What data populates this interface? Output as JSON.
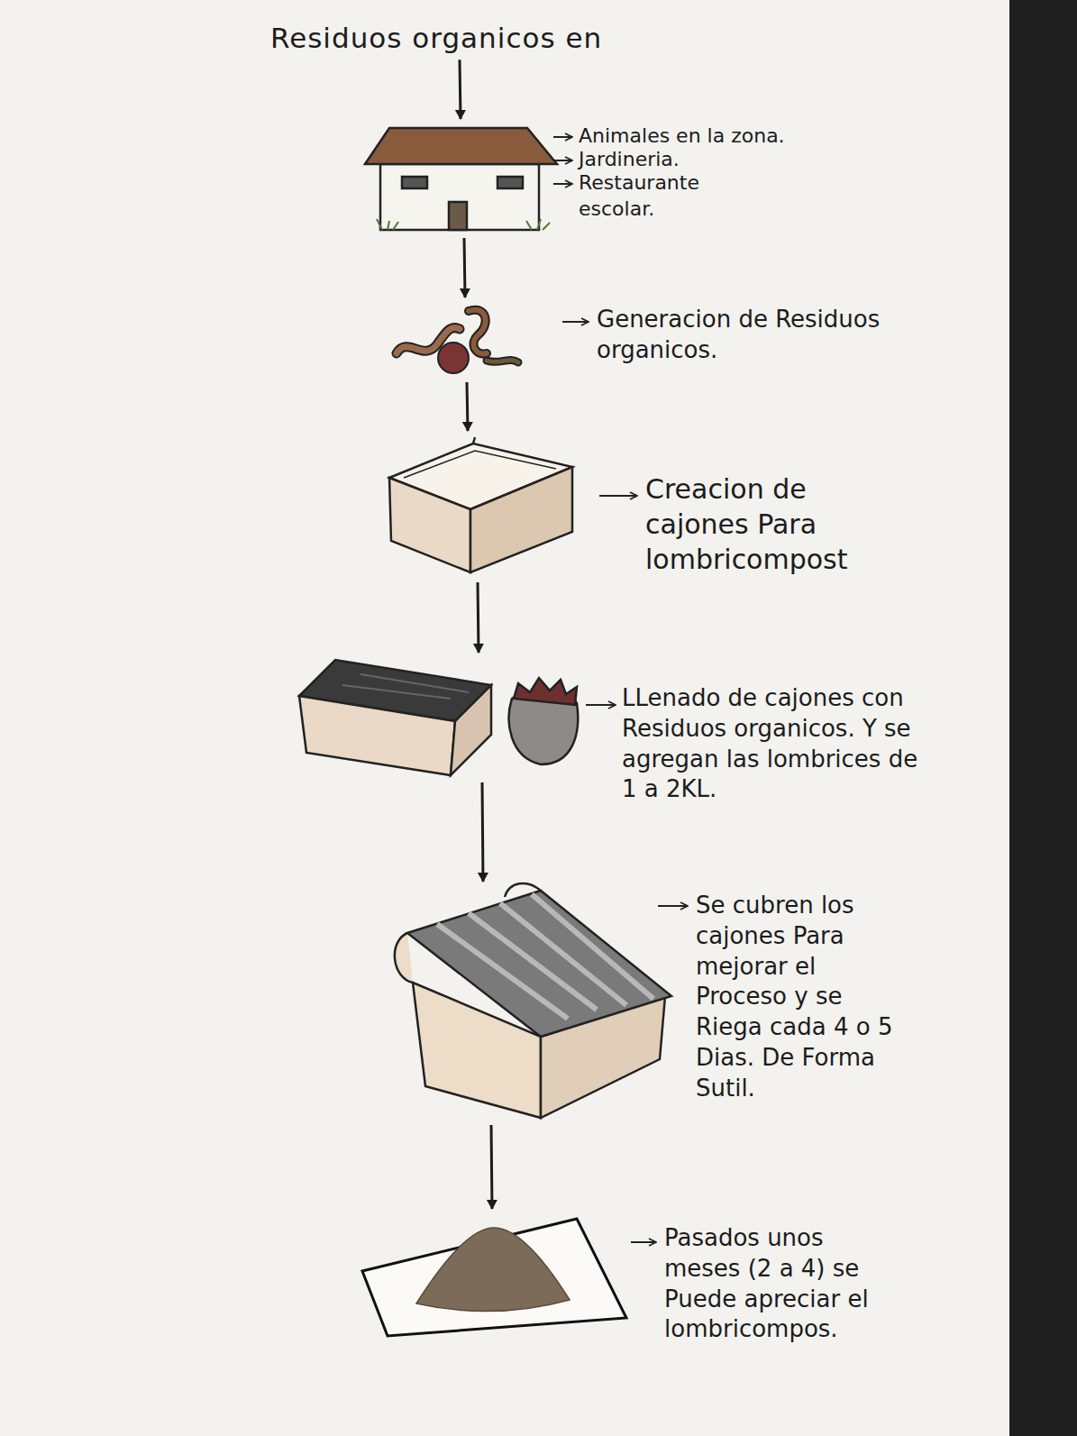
{
  "diagram": {
    "nodes": [
      {
        "text": [
          "Residuos organicos en"
        ]
      },
      {
        "text": [
          "Animales en la zona.",
          "Jardineria.",
          "Restaurante escolar."
        ]
      },
      {
        "text": [
          "Generacion de Residuos organicos."
        ]
      },
      {
        "text": [
          "Creacion de cajones Para lombricompost"
        ]
      },
      {
        "text": [
          "LLenado de cajones con Residuos organicos. Y se agregan las lombrices de 1 a 2KL."
        ]
      },
      {
        "text": [
          "Se cubren los cajones Para mejorar el Proceso y se Riega cada 4 o 5 Dias. De Forma Sutil."
        ]
      },
      {
        "text": [
          "Pasados unos meses (2 a 4) se Puede apreciar el lombricompos."
        ]
      }
    ],
    "edges": [
      {
        "from": 0,
        "to": 1,
        "arrow": "to"
      },
      {
        "from": 1,
        "to": 2,
        "arrow": "to"
      },
      {
        "from": 2,
        "to": 3,
        "arrow": "to"
      },
      {
        "from": 3,
        "to": 4,
        "arrow": "to"
      },
      {
        "from": 4,
        "to": 5,
        "arrow": "to"
      },
      {
        "from": 5,
        "to": 6,
        "arrow": "to"
      }
    ]
  }
}
